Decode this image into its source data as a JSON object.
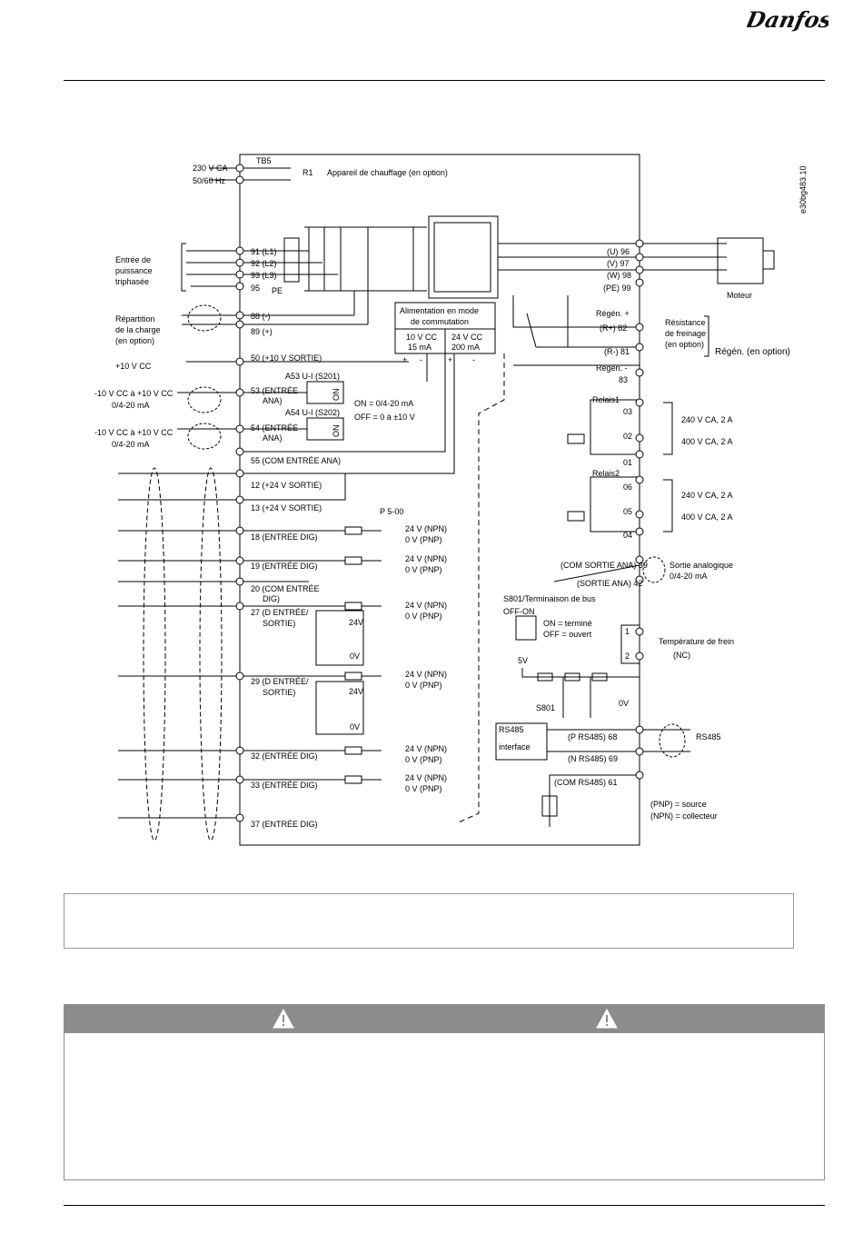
{
  "header": {
    "brand": "Danfoss"
  },
  "diagram": {
    "ref_code": "e30bg483.10",
    "supply": {
      "volt": "230 V CA",
      "freq": "50/60 Hz"
    },
    "tb5": "TB5",
    "r1": "R1",
    "heater": "Appareil de chauffage (en option)",
    "mains_input": [
      "Entrée de",
      "puissance",
      "triphasée"
    ],
    "load_share": [
      "Répartition",
      "de la charge",
      "(en option)"
    ],
    "plus10": "+10 V CC",
    "analog_range": "-10 V CC à +10 V CC",
    "analog_ma": "0/4-20 mA",
    "terminals": {
      "t91": "91 (L1)",
      "t92": "92 (L2)",
      "t93": "93 (L3)",
      "t95": "95",
      "pe": "PE",
      "t88": "88 (-)",
      "t89": "89 (+)",
      "t50": "50 (+10 V SORTIE)",
      "t53a": "53 (ENTRÉE",
      "t53b": "ANA)",
      "t54a": "54 (ENTRÉE",
      "t54b": "ANA)",
      "t55": "55 (COM ENTRÉE ANA)",
      "t12": "12 (+24 V SORTIE)",
      "t13": "13 (+24 V SORTIE)",
      "t18": "18 (ENTRÉE DIG)",
      "t19": "19 (ENTRÉE DIG)",
      "t20a": "20 (COM ENTRÉE",
      "t20b": "DIG)",
      "t27a": "27 (D ENTRÉE/",
      "t27b": "SORTIE)",
      "t29a": "29 (D ENTRÉE/",
      "t29b": "SORTIE)",
      "t32": "32 (ENTRÉE DIG)",
      "t33": "33 (ENTRÉE DIG)",
      "t37": "37 (ENTRÉE DIG)",
      "u96": "(U) 96",
      "v97": "(V) 97",
      "w98": "(W) 98",
      "pe99": "(PE) 99",
      "r82": "(R+) 82",
      "r81": "(R-) 81",
      "t83": "83",
      "r03": "03",
      "r02": "02",
      "r01": "01",
      "r06": "06",
      "r05": "05",
      "r04": "04",
      "t39": "(COM SORTIE ANA) 39",
      "t42": "(SORTIE ANA) 42",
      "t1": "1",
      "t2": "2",
      "t68": "(P RS485) 68",
      "t69": "(N RS485) 69",
      "t61": "(COM RS485) 61"
    },
    "switches": {
      "a53": "A53 U-I (S201)",
      "a54": "A54 U-I (S202)",
      "on": "ON",
      "on_desc": "ON = 0/4-20 mA",
      "off_desc": "OFF = 0 à ±10 V"
    },
    "smps": {
      "title1": "Alimentation en mode",
      "title2": "de commutation",
      "c1a": "10 V CC",
      "c1b": "15 mA",
      "c2a": "24 V CC",
      "c2b": "200 mA",
      "plus": "+",
      "minus": "-"
    },
    "p500": "P 5-00",
    "npn": "24 V (NPN)",
    "pnp": "0 V (PNP)",
    "v24": "24V",
    "v0": "0V",
    "motor": "Moteur",
    "regen_plus": "Régén. +",
    "regen_minus": "Régén. -",
    "brake_res": [
      "Résistance",
      "de freinage",
      "(en option)"
    ],
    "regen_opt": "Régén. (en option)",
    "relay1": "Relais1",
    "relay2": "Relais2",
    "relay_240": "240 V CA, 2 A",
    "relay_400": "400 V CA, 2 A",
    "analog_out": [
      "Sortie analogique",
      "0/4-20 mA"
    ],
    "s801_title": "S801/Terminaison de bus",
    "s801_offon": "OFF-ON",
    "s801_on": "ON = terminé",
    "s801_off": "OFF = ouvert",
    "brake_temp": "Température de frein",
    "nc": "(NC)",
    "five_v": "5V",
    "s801": "S801",
    "zero_v": "0V",
    "rs485_a": "RS485",
    "rs485_b": "interface",
    "rs485": "RS485",
    "pnp_src": "(PNP) = source",
    "npn_col": "(NPN) = collecteur"
  },
  "caption": {
    "text": ""
  },
  "warning": {
    "title": "",
    "body": ""
  }
}
